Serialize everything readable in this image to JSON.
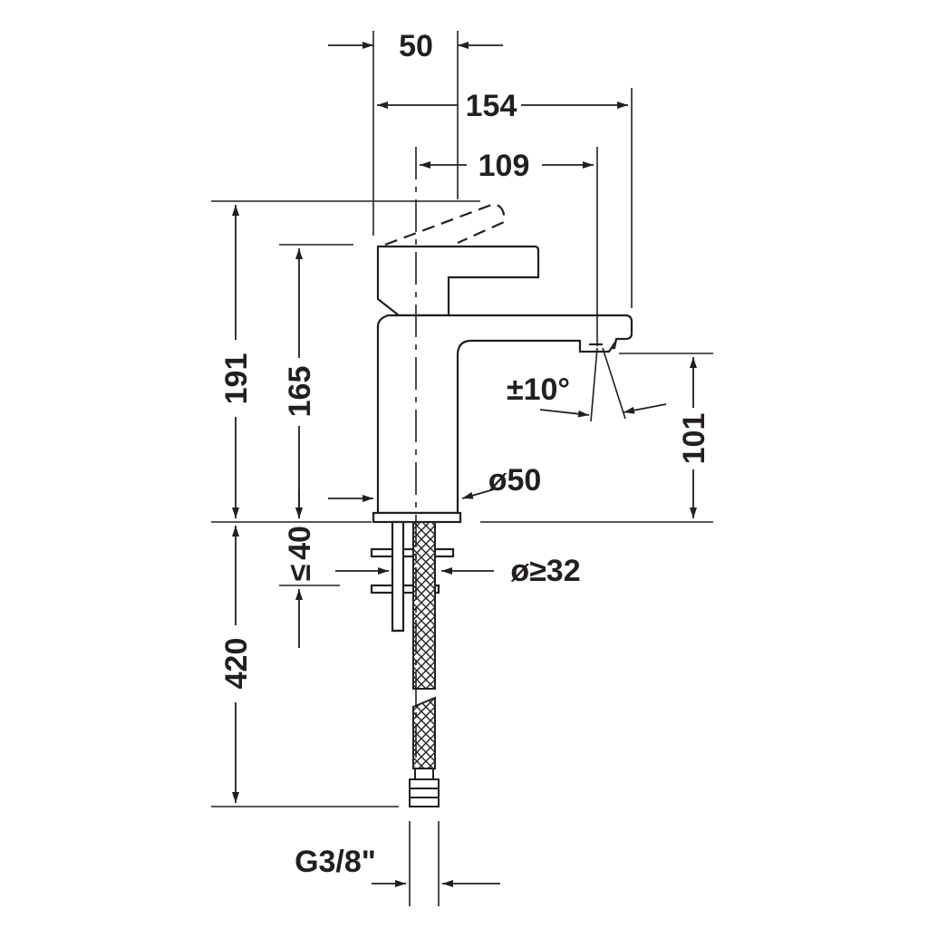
{
  "dimensions": {
    "top_width": "50",
    "total_reach": "154",
    "spout_reach": "109",
    "total_height": "191",
    "body_height": "165",
    "spout_height": "101",
    "swivel_angle": "±10°",
    "body_diameter": "ø50",
    "max_thickness": "40",
    "le_symbol": "≤",
    "hole_diameter": "ø≥32",
    "hose_length": "420",
    "thread": "G3/8\""
  },
  "colors": {
    "ink": "#231f20",
    "background": "#ffffff"
  }
}
